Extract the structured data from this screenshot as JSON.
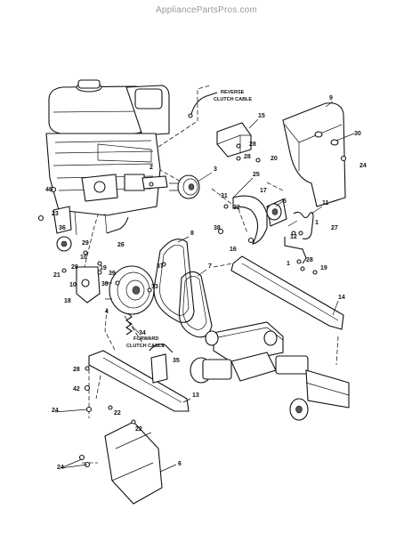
{
  "watermark": "AppliancePartsPros.com",
  "callouts": [
    {
      "id": "c-reverse-l1",
      "text": "REVERSE"
    },
    {
      "id": "c-reverse-l2",
      "text": "CLUTCH CABLE"
    },
    {
      "id": "c-forward-l1",
      "text": "FORWARD"
    },
    {
      "id": "c-forward-l2",
      "text": "CLUTCH CABLE"
    }
  ],
  "part_labels": [
    "9",
    "15",
    "30",
    "2",
    "3",
    "28",
    "28",
    "20",
    "24",
    "40",
    "25",
    "31",
    "32",
    "17",
    "5",
    "11",
    "23",
    "36",
    "38",
    "1",
    "27",
    "8",
    "26",
    "29",
    "10",
    "12",
    "37",
    "7",
    "19",
    "39",
    "21",
    "28",
    "10",
    "16",
    "1",
    "28",
    "19",
    "18",
    "38",
    "33",
    "4",
    "14",
    "34",
    "35",
    "28",
    "42",
    "24",
    "22",
    "22",
    "13",
    "24",
    "6"
  ]
}
